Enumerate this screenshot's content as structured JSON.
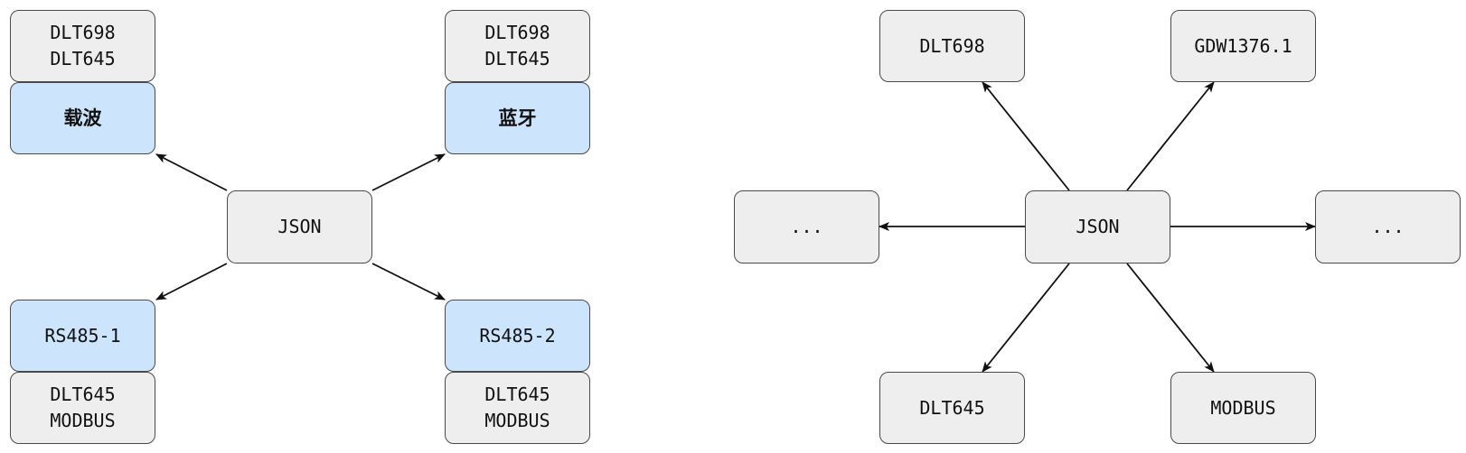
{
  "left": {
    "center": {
      "label": "JSON"
    },
    "top_left": {
      "protocols": [
        "DLT698",
        "DLT645"
      ],
      "channel": "载波"
    },
    "top_right": {
      "protocols": [
        "DLT698",
        "DLT645"
      ],
      "channel": "蓝牙"
    },
    "bottom_left": {
      "channel": "RS485-1",
      "protocols": [
        "DLT645",
        "MODBUS"
      ]
    },
    "bottom_right": {
      "channel": "RS485-2",
      "protocols": [
        "DLT645",
        "MODBUS"
      ]
    }
  },
  "right": {
    "center": {
      "label": "JSON"
    },
    "top_left": {
      "label": "DLT698"
    },
    "top_right": {
      "label": "GDW1376.1"
    },
    "left": {
      "label": "..."
    },
    "right": {
      "label": "..."
    },
    "bottom_left": {
      "label": "DLT645"
    },
    "bottom_right": {
      "label": "MODBUS"
    }
  },
  "colors": {
    "channel_fill": "#cce4fc",
    "box_fill": "#eeeeee",
    "stroke": "#4a4a4a"
  }
}
